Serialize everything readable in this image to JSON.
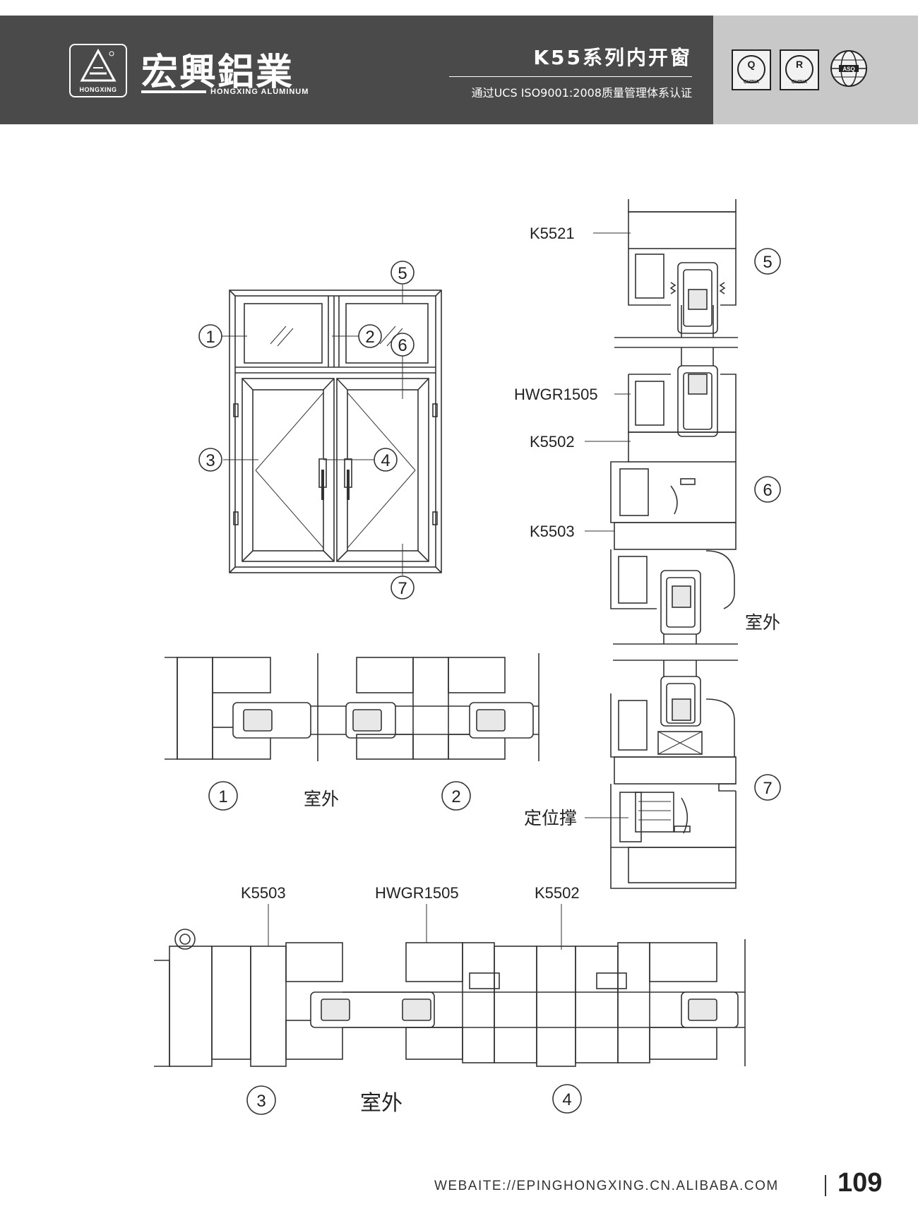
{
  "header": {
    "brand_cn": "宏興鋁業",
    "brand_en": "HONGXING ALUMINUM",
    "logo_text": "HONGXING",
    "series_title": "K55系列内开窗",
    "certification": "通过UCS ISO9001:2008质量管理体系认证",
    "badges": [
      {
        "letter": "Q",
        "caption": "CHINA"
      },
      {
        "letter": "R",
        "caption": "CHINA"
      }
    ],
    "globe_badge": "ASQ"
  },
  "elevation": {
    "callouts": [
      "1",
      "2",
      "3",
      "4",
      "5",
      "6",
      "7"
    ]
  },
  "vertical_section": {
    "labels": {
      "k5521": "K5521",
      "hwgr": "HWGR1505",
      "k5502": "K5502",
      "k5503": "K5503",
      "outside": "室外",
      "locator": "定位撑"
    },
    "callouts": [
      "5",
      "6",
      "7"
    ]
  },
  "section_1_2": {
    "callouts": [
      "1",
      "2"
    ],
    "outside": "室外"
  },
  "section_3_4": {
    "labels": {
      "k5503": "K5503",
      "hwgr": "HWGR1505",
      "k5502": "K5502"
    },
    "callouts": [
      "3",
      "4"
    ],
    "outside": "室外"
  },
  "footer": {
    "url": "WEBAITE://EPINGHONGXING.CN.ALIBABA.COM",
    "page_number": "109"
  }
}
